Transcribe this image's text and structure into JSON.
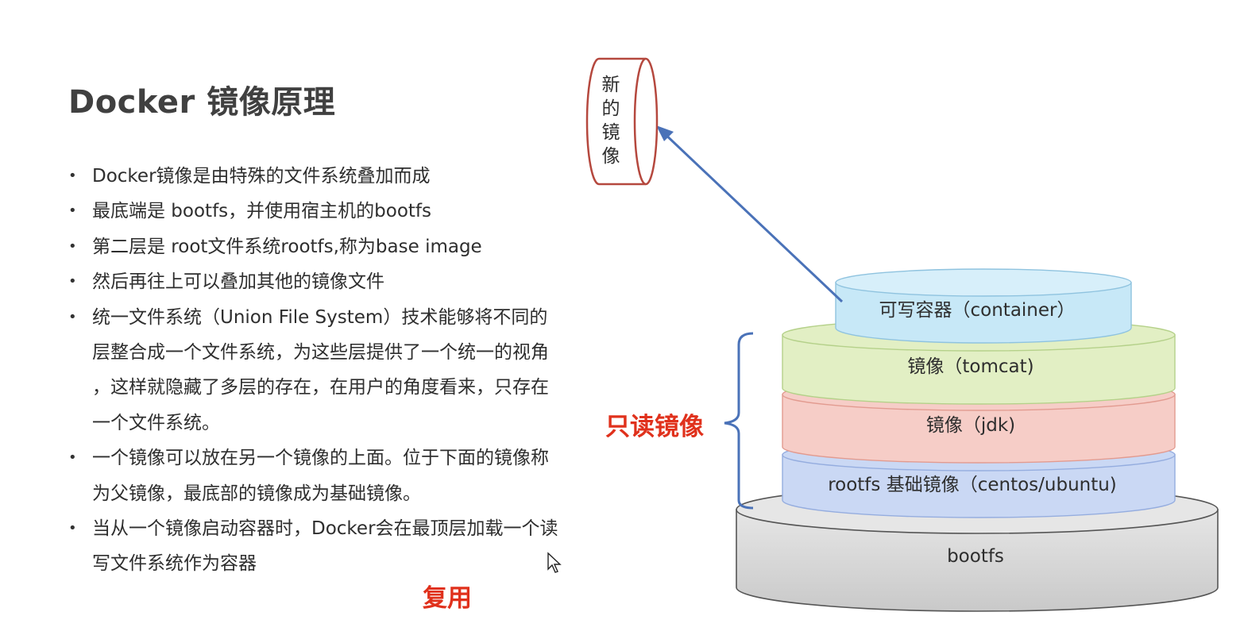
{
  "title": "Docker 镜像原理",
  "bullets": [
    {
      "lines": [
        "Docker镜像是由特殊的文件系统叠加而成"
      ]
    },
    {
      "lines": [
        "最底端是 bootfs，并使用宿主机的bootfs"
      ]
    },
    {
      "lines": [
        "第二层是 root文件系统rootfs,称为base image"
      ]
    },
    {
      "lines": [
        "然后再往上可以叠加其他的镜像文件"
      ]
    },
    {
      "lines": [
        "统一文件系统（Union File System）技术能够将不同的",
        "层整合成一个文件系统，为这些层提供了一个统一的视角",
        "，这样就隐藏了多层的存在，在用户的角度看来，只存在",
        "一个文件系统。"
      ]
    },
    {
      "lines": [
        "一个镜像可以放在另一个镜像的上面。位于下面的镜像称",
        "为父镜像，最底部的镜像成为基础镜像。"
      ]
    },
    {
      "lines": [
        "当从一个镜像启动容器时，Docker会在最顶层加载一个读",
        "写文件系统作为容器"
      ]
    }
  ],
  "bullet_symbol": "•",
  "reuse_label": "复用",
  "readonly_label": "只读镜像",
  "new_image": {
    "chars": [
      "新",
      "的",
      "镜",
      "像"
    ]
  },
  "layers": {
    "container": {
      "label": "可写容器（container）",
      "fill": "#c7e8f7",
      "stroke": "#8fc3df"
    },
    "tomcat": {
      "label": "镜像（tomcat)",
      "fill": "#e2efc4",
      "stroke": "#b5d18a"
    },
    "jdk": {
      "label": "镜像（jdk)",
      "fill": "#f6cdc7",
      "stroke": "#e29b90"
    },
    "rootfs": {
      "label": "rootfs 基础镜像（centos/ubuntu)",
      "fill": "#cad8f4",
      "stroke": "#95addf"
    },
    "bootfs": {
      "label": "bootfs",
      "fill": "#d9d9d9",
      "stroke": "#555555"
    }
  },
  "colors": {
    "accent_red": "#e0311c",
    "arrow_blue": "#4a72b8",
    "new_image_stroke": "#b5483e"
  }
}
